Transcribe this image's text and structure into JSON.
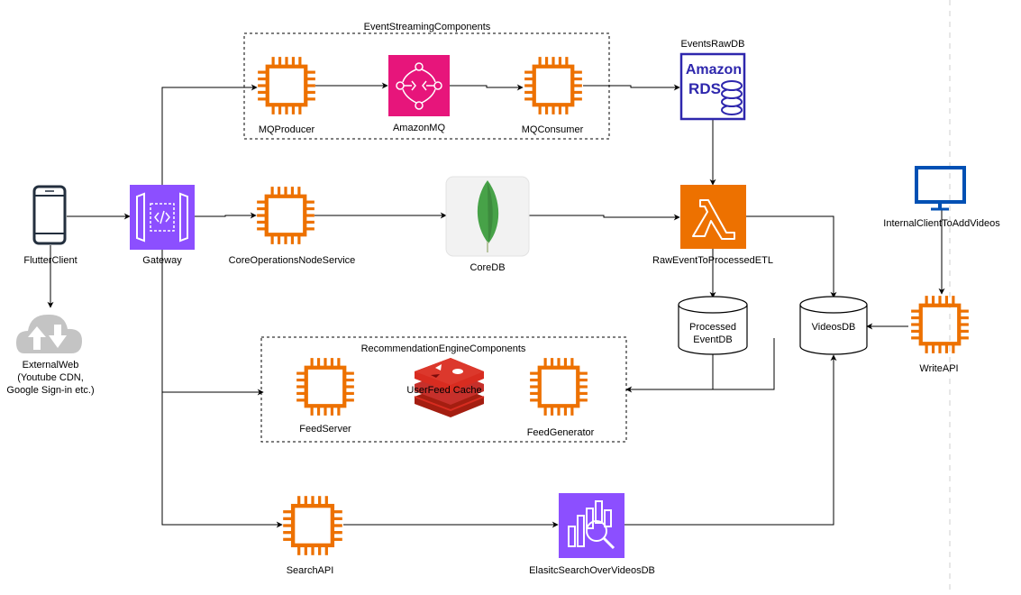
{
  "groups": {
    "event_streaming": "EventStreamingComponents",
    "recommendation_engine": "RecommendationEngineComponents"
  },
  "nodes": {
    "flutter_client": "FlutterClient",
    "external_web": [
      "ExternalWeb",
      "(Youtube CDN,",
      "Google Sign-in etc.)"
    ],
    "gateway": "Gateway",
    "mq_producer": "MQProducer",
    "amazon_mq": "AmazonMQ",
    "mq_consumer": "MQConsumer",
    "events_raw_db": "EventsRawDB",
    "rds_logo": [
      "Amazon",
      "RDS"
    ],
    "core_ops_service": "CoreOperationsNodeService",
    "core_db": "CoreDB",
    "raw_event_etl": "RawEventToProcessedETL",
    "processed_event_db": [
      "Processed",
      "EventDB"
    ],
    "videos_db": "VideosDB",
    "internal_client": "InternalClientToAddVideos",
    "write_api": "WriteAPI",
    "feed_server": "FeedServer",
    "userfeed_cache": "UserFeed Cache",
    "feed_generator": "FeedGenerator",
    "search_api": "SearchAPI",
    "elastic_search": "ElasitcSearchOverVideosDB"
  },
  "icons": {
    "compute": "ec2-chip-icon",
    "gateway": "api-gateway-icon",
    "mq": "amazon-mq-icon",
    "lambda": "lambda-icon",
    "mongo": "mongodb-leaf-icon",
    "search": "opensearch-icon",
    "cloud": "cloud-download-icon",
    "phone": "mobile-phone-icon",
    "monitor": "desktop-monitor-icon",
    "cache": "redis-cache-icon"
  },
  "colors": {
    "compute": "#ed7100",
    "gateway": "#8c4fff",
    "mq": "#e7157b",
    "lambda": "#ed7100",
    "rds": "#2e27ad",
    "mongo_leaf": "#47a248",
    "search": "#8c4fff",
    "redis": "#c6302b",
    "monitor": "#0050b4",
    "cloud": "#bdbdbd",
    "edge": "#000000"
  }
}
